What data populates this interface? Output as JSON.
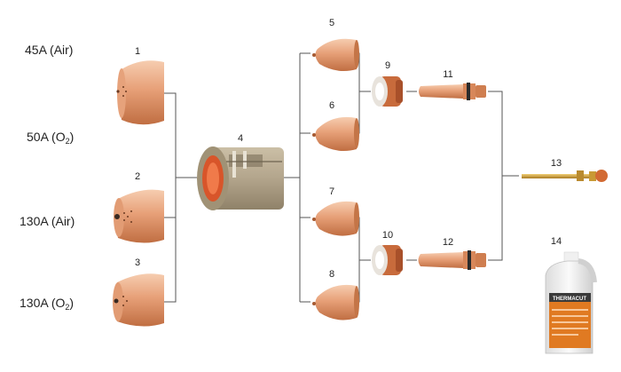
{
  "labels": {
    "amp_45": {
      "main": "45A (Air)",
      "sub": ""
    },
    "amp_50": {
      "main": "50A (O",
      "sub": "2",
      "tail": ")"
    },
    "amp_130_air": {
      "main": "130A (Air)",
      "sub": ""
    },
    "amp_130_o2": {
      "main": "130A (O",
      "sub": "2",
      "tail": ")"
    }
  },
  "part_numbers": {
    "p1": "1",
    "p2": "2",
    "p3": "3",
    "p4": "4",
    "p5": "5",
    "p6": "6",
    "p7": "7",
    "p8": "8",
    "p9": "9",
    "p10": "10",
    "p11": "11",
    "p12": "12",
    "p13": "13",
    "p14": "14"
  },
  "bottle": {
    "brand": "THERMACUT"
  },
  "colors": {
    "copper_light": "#f1b890",
    "copper": "#d9875a",
    "copper_dark": "#a65a32",
    "line": "#555555",
    "khaki": "#b3a58c",
    "orange_inner": "#d8552a",
    "brass": "#c99a35",
    "bottle_label": "#e07a22"
  }
}
